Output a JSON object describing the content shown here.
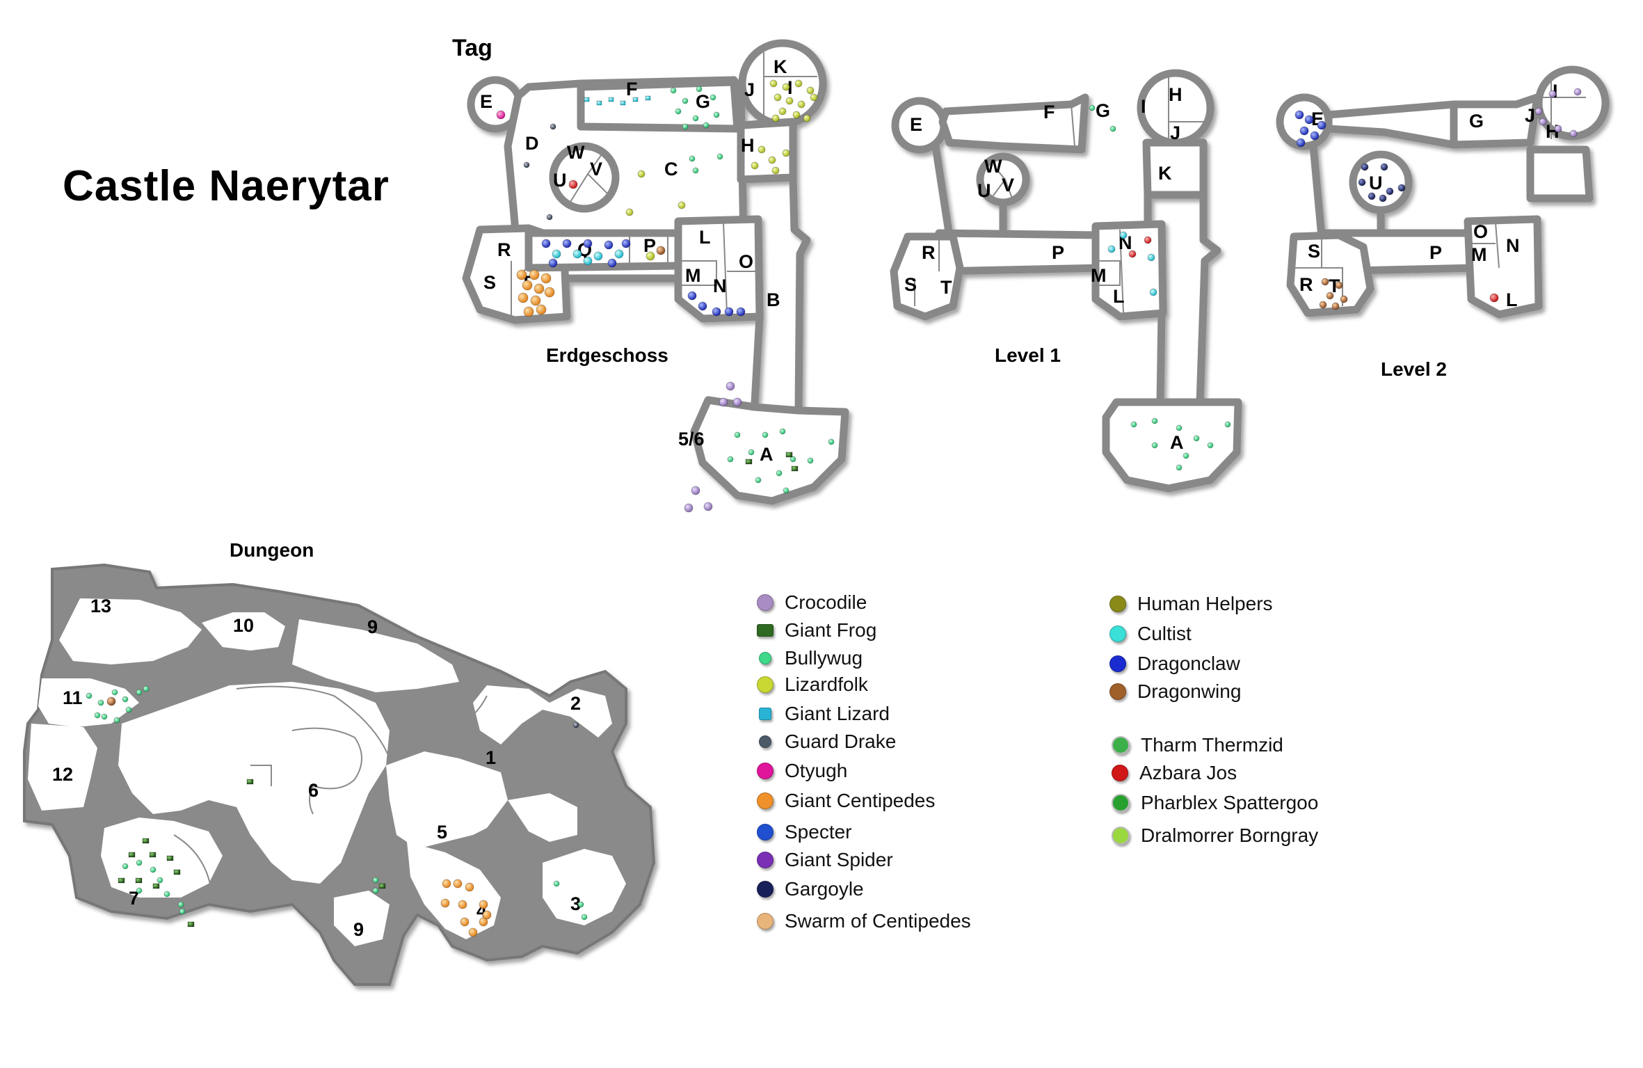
{
  "title": "Castle Naerytar",
  "maps": {
    "tag": "Tag",
    "ground": "Erdgeschoss",
    "level1": "Level 1",
    "level2": "Level 2",
    "dungeon": "Dungeon"
  },
  "rooms": {
    "ground": [
      "E",
      "F",
      "G",
      "J",
      "K",
      "I",
      "D",
      "W",
      "V",
      "U",
      "C",
      "H",
      "R",
      "Q",
      "P",
      "L",
      "O",
      "S",
      "T",
      "M",
      "N",
      "B",
      "5/6",
      "A"
    ],
    "level1": [
      "E",
      "F",
      "G",
      "I",
      "H",
      "J",
      "W",
      "U",
      "V",
      "K",
      "R",
      "P",
      "N",
      "S",
      "T",
      "M",
      "L",
      "A"
    ],
    "level2": [
      "E",
      "G",
      "I",
      "J",
      "H",
      "U",
      "S",
      "P",
      "O",
      "M",
      "N",
      "R",
      "T",
      "L"
    ],
    "dungeon": [
      "13",
      "10",
      "9",
      "11",
      "2",
      "12",
      "1",
      "6",
      "5",
      "7",
      "4",
      "3",
      "9"
    ]
  },
  "legend": {
    "col1": [
      {
        "label": "Crocodile",
        "color": "#a98cc4",
        "shape": "round"
      },
      {
        "label": "Giant Frog",
        "color": "#2f6a22",
        "shape": "square"
      },
      {
        "label": "Bullywug",
        "color": "#3fd88a",
        "shape": "small"
      },
      {
        "label": "Lizardfolk",
        "color": "#c9d832",
        "shape": "round"
      },
      {
        "label": "Giant Lizard",
        "color": "#29b4d6",
        "shape": "square"
      },
      {
        "label": "Guard Drake",
        "color": "#4c5a68",
        "shape": "small"
      },
      {
        "label": "Otyugh",
        "color": "#e0149a",
        "shape": "round"
      },
      {
        "label": "Giant Centipedes",
        "color": "#f0902a",
        "shape": "round"
      },
      {
        "label": "Specter",
        "color": "#2050d0",
        "shape": "round"
      },
      {
        "label": "Giant Spider",
        "color": "#7a2fb4",
        "shape": "round"
      },
      {
        "label": "Gargoyle",
        "color": "#18205a",
        "shape": "round"
      },
      {
        "label": "Swarm of Centipedes",
        "color": "#e8b47a",
        "shape": "round"
      }
    ],
    "col2": [
      {
        "label": "Human Helpers",
        "color": "#8a8a18",
        "shape": "round"
      },
      {
        "label": "Cultist",
        "color": "#3ae0d8",
        "shape": "round"
      },
      {
        "label": "Dragonclaw",
        "color": "#1a2cd0",
        "shape": "round"
      },
      {
        "label": "Dragonwing",
        "color": "#a0602a",
        "shape": "round"
      },
      {
        "label": "Tharm Thermzid",
        "color": "#3cb048",
        "shape": "ring"
      },
      {
        "label": "Azbara Jos",
        "color": "#d01818",
        "shape": "round"
      },
      {
        "label": "Pharblex Spattergoo",
        "color": "#28a030",
        "shape": "ring"
      },
      {
        "label": "Dralmorrer Borngray",
        "color": "#9ad840",
        "shape": "ring"
      }
    ]
  }
}
